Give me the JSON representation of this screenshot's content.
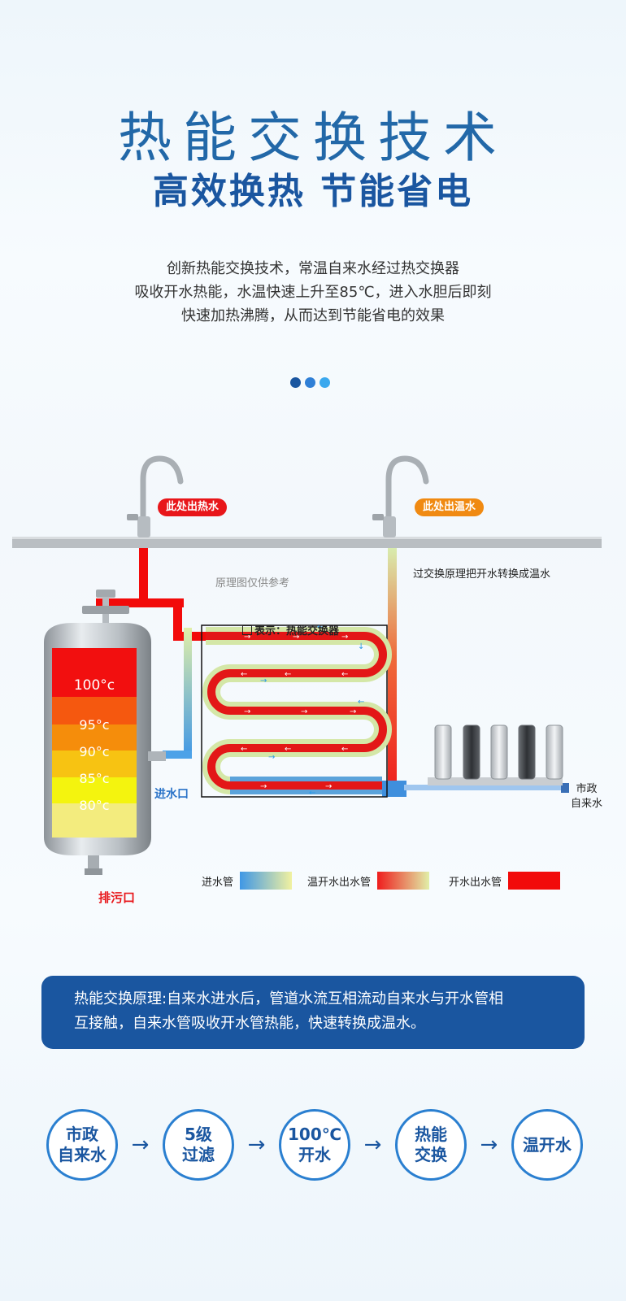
{
  "header": {
    "title": "热能交换技术",
    "subtitle": "高效换热 节能省电",
    "intro_lines": [
      "创新热能交换技术，常温自来水经过热交换器",
      "吸收开水热能，水温快速上升至85℃，进入水胆后即刻",
      "快速加热沸腾，从而达到节能省电的效果"
    ]
  },
  "diagram": {
    "tag_hot": "此处出热水",
    "tag_warm": "此处出温水",
    "note_reference": "原理图仅供参考",
    "note_conversion": "过交换原理把开水转换成温水",
    "exchanger_legend": "表示：热能交换器",
    "inlet_label": "进水口",
    "drain_label": "排污口",
    "city_water_label": [
      "市政",
      "自来水"
    ],
    "tank_temps": [
      "100°c",
      "95°c",
      "90°c",
      "85°c",
      "80°c"
    ],
    "legend": [
      {
        "label": "进水管",
        "colors": [
          "#3f97e6",
          "#f1f1a0"
        ]
      },
      {
        "label": "温开水出水管",
        "colors": [
          "#ef1d1d",
          "#e1efa8"
        ]
      },
      {
        "label": "开水出水管",
        "colors": [
          "#f20a0a",
          "#f20a0a"
        ]
      }
    ]
  },
  "principle": {
    "lines": [
      "热能交换原理:自来水进水后，管道水流互相流动自来水与开水管相",
      "互接触，自来水管吸收开水管热能，快速转换成温水。"
    ]
  },
  "flow_steps": [
    [
      "市政",
      "自来水"
    ],
    [
      "5级",
      "过滤"
    ],
    [
      "100℃",
      "开水"
    ],
    [
      "热能",
      "交换"
    ],
    [
      "温开水"
    ]
  ],
  "flow_arrow": "→",
  "colors": {
    "brand_blue": "#1a56a0",
    "hot_red": "#e8161a",
    "warm_orange": "#f08a12"
  }
}
